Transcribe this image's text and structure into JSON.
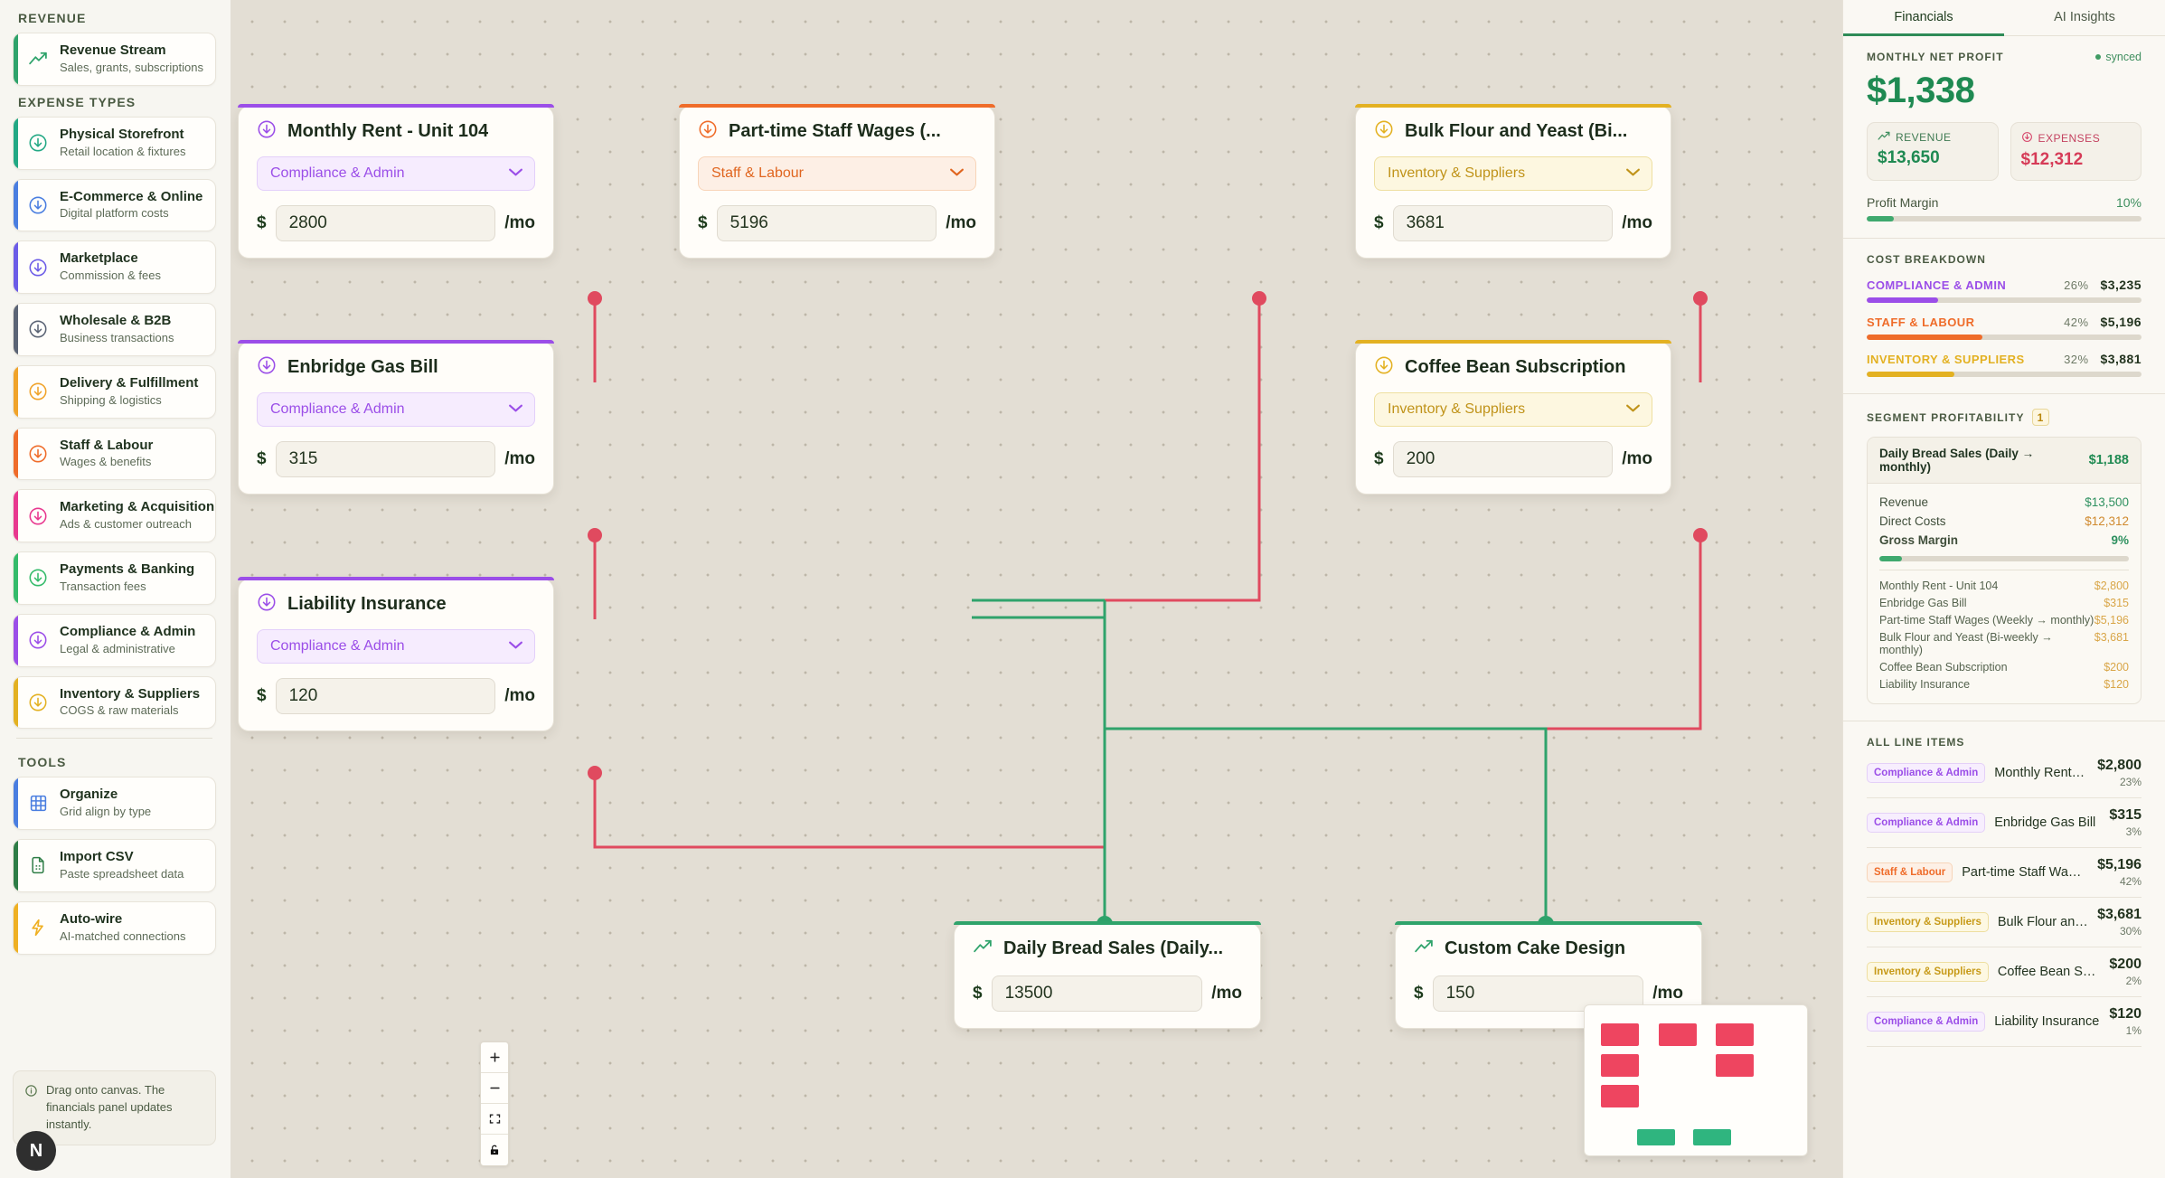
{
  "sidebar": {
    "revenue_header": "REVENUE",
    "expense_header": "EXPENSE TYPES",
    "tools_header": "TOOLS",
    "revenue_items": [
      {
        "title": "Revenue Stream",
        "sub": "Sales, grants, subscriptions",
        "color": "#2fa36b",
        "icon": "trend-up-icon"
      }
    ],
    "expense_items": [
      {
        "title": "Physical Storefront",
        "sub": "Retail location & fixtures",
        "color": "#22a884",
        "icon": "arrow-down-circle-icon"
      },
      {
        "title": "E-Commerce & Online",
        "sub": "Digital platform costs",
        "color": "#4a7ee0",
        "icon": "arrow-down-circle-icon"
      },
      {
        "title": "Marketplace",
        "sub": "Commission & fees",
        "color": "#6c5ce7",
        "icon": "arrow-down-circle-icon"
      },
      {
        "title": "Wholesale & B2B",
        "sub": "Business transactions",
        "color": "#5b6475",
        "icon": "arrow-down-circle-icon"
      },
      {
        "title": "Delivery & Fulfillment",
        "sub": "Shipping & logistics",
        "color": "#f0a32a",
        "icon": "arrow-down-circle-icon"
      },
      {
        "title": "Staff & Labour",
        "sub": "Wages & benefits",
        "color": "#ef6c2a",
        "icon": "arrow-down-circle-icon"
      },
      {
        "title": "Marketing & Acquisition",
        "sub": "Ads & customer outreach",
        "color": "#e8388f",
        "icon": "arrow-down-circle-icon"
      },
      {
        "title": "Payments & Banking",
        "sub": "Transaction fees",
        "color": "#34bb6a",
        "icon": "arrow-down-circle-icon"
      },
      {
        "title": "Compliance & Admin",
        "sub": "Legal & administrative",
        "color": "#9b4ee8",
        "icon": "arrow-down-circle-icon"
      },
      {
        "title": "Inventory & Suppliers",
        "sub": "COGS & raw materials",
        "color": "#e3b122",
        "icon": "arrow-down-circle-icon"
      }
    ],
    "tool_items": [
      {
        "title": "Organize",
        "sub": "Grid align by type",
        "color": "#4a7ee0",
        "icon": "grid-icon"
      },
      {
        "title": "Import CSV",
        "sub": "Paste spreadsheet data",
        "color": "#2e7d46",
        "icon": "file-spreadsheet-icon"
      },
      {
        "title": "Auto-wire",
        "sub": "AI-matched connections",
        "color": "#efb023",
        "icon": "lightning-icon"
      }
    ],
    "hint": "Drag onto canvas. The financials panel updates instantly.",
    "avatar_initial": "N"
  },
  "canvas": {
    "nodes": [
      {
        "title": "Monthly Rent - Unit 104",
        "category": "Compliance & Admin",
        "amount": "2800",
        "unit": "/mo",
        "currency": "$",
        "kind": "expense",
        "color": "#9b4ee8"
      },
      {
        "title": "Part-time Staff Wages (...",
        "category": "Staff & Labour",
        "amount": "5196",
        "unit": "/mo",
        "currency": "$",
        "kind": "expense",
        "color": "#ef6c2a"
      },
      {
        "title": "Bulk Flour and Yeast (Bi...",
        "category": "Inventory & Suppliers",
        "amount": "3681",
        "unit": "/mo",
        "currency": "$",
        "kind": "expense",
        "color": "#e3b122"
      },
      {
        "title": "Enbridge Gas Bill",
        "category": "Compliance & Admin",
        "amount": "315",
        "unit": "/mo",
        "currency": "$",
        "kind": "expense",
        "color": "#9b4ee8"
      },
      {
        "title": "Coffee Bean Subscription",
        "category": "Inventory & Suppliers",
        "amount": "200",
        "unit": "/mo",
        "currency": "$",
        "kind": "expense",
        "color": "#e3b122"
      },
      {
        "title": "Liability Insurance",
        "category": "Compliance & Admin",
        "amount": "120",
        "unit": "/mo",
        "currency": "$",
        "kind": "expense",
        "color": "#9b4ee8"
      },
      {
        "title": "Daily Bread Sales (Daily...",
        "amount": "13500",
        "unit": "/mo",
        "currency": "$",
        "kind": "revenue",
        "color": "#2fa36b"
      },
      {
        "title": "Custom Cake Design",
        "amount": "150",
        "unit": "/mo",
        "currency": "$",
        "kind": "revenue",
        "color": "#2fa36b"
      }
    ],
    "zoom_controls": [
      "zoom-in",
      "zoom-out",
      "fit-view",
      "lock"
    ]
  },
  "panel": {
    "tabs": [
      {
        "label": "Financials",
        "active": true
      },
      {
        "label": "AI Insights",
        "active": false
      }
    ],
    "net_profit_label": "MONTHLY NET PROFIT",
    "sync_status": "synced",
    "net_profit": "$1,338",
    "revenue_label": "REVENUE",
    "revenue_value": "$13,650",
    "expenses_label": "EXPENSES",
    "expenses_value": "$12,312",
    "profit_margin_label": "Profit Margin",
    "profit_margin_pct": "10%",
    "profit_margin_fill": 10,
    "cost_breakdown_label": "COST BREAKDOWN",
    "cost_breakdown": [
      {
        "name": "COMPLIANCE & ADMIN",
        "pct": "26%",
        "fill": 26,
        "amount": "$3,235",
        "color": "#9b4ee8"
      },
      {
        "name": "STAFF & LABOUR",
        "pct": "42%",
        "fill": 42,
        "amount": "$5,196",
        "color": "#ef6c2a"
      },
      {
        "name": "INVENTORY & SUPPLIERS",
        "pct": "32%",
        "fill": 32,
        "amount": "$3,881",
        "color": "#e3b122"
      }
    ],
    "segment_label": "SEGMENT PROFITABILITY",
    "segment_count": "1",
    "segment": {
      "name": "Daily Bread Sales (Daily → monthly)",
      "value": "$1,188",
      "revenue_label": "Revenue",
      "revenue_value": "$13,500",
      "direct_costs_label": "Direct Costs",
      "direct_costs_value": "$12,312",
      "gross_margin_label": "Gross Margin",
      "gross_margin_value": "9%",
      "gross_margin_fill": 9,
      "lines": [
        {
          "name": "Monthly Rent - Unit 104",
          "value": "$2,800"
        },
        {
          "name": "Enbridge Gas Bill",
          "value": "$315"
        },
        {
          "name": "Part-time Staff Wages (Weekly → monthly)",
          "value": "$5,196"
        },
        {
          "name": "Bulk Flour and Yeast (Bi-weekly → monthly)",
          "value": "$3,681"
        },
        {
          "name": "Coffee Bean Subscription",
          "value": "$200"
        },
        {
          "name": "Liability Insurance",
          "value": "$120"
        }
      ]
    },
    "all_items_label": "ALL LINE ITEMS",
    "line_items": [
      {
        "chip": "Compliance & Admin",
        "name": "Monthly Rent - ...",
        "amount": "$2,800",
        "pct": "23%",
        "color": "#9b4ee8",
        "bg": "#f7eefe",
        "border": "#e4d0f8"
      },
      {
        "chip": "Compliance & Admin",
        "name": "Enbridge Gas Bill",
        "amount": "$315",
        "pct": "3%",
        "color": "#9b4ee8",
        "bg": "#f7eefe",
        "border": "#e4d0f8"
      },
      {
        "chip": "Staff & Labour",
        "name": "Part-time Staff Wages ...",
        "amount": "$5,196",
        "pct": "42%",
        "color": "#ef6c2a",
        "bg": "#fdf0e6",
        "border": "#f7d5b9"
      },
      {
        "chip": "Inventory & Suppliers",
        "name": "Bulk Flour and Y...",
        "amount": "$3,681",
        "pct": "30%",
        "color": "#c79a18",
        "bg": "#fdf8e2",
        "border": "#eedfa0"
      },
      {
        "chip": "Inventory & Suppliers",
        "name": "Coffee Bean Subs...",
        "amount": "$200",
        "pct": "2%",
        "color": "#c79a18",
        "bg": "#fdf8e2",
        "border": "#eedfa0"
      },
      {
        "chip": "Compliance & Admin",
        "name": "Liability Insurance",
        "amount": "$120",
        "pct": "1%",
        "color": "#9b4ee8",
        "bg": "#f7eefe",
        "border": "#e4d0f8"
      }
    ]
  }
}
